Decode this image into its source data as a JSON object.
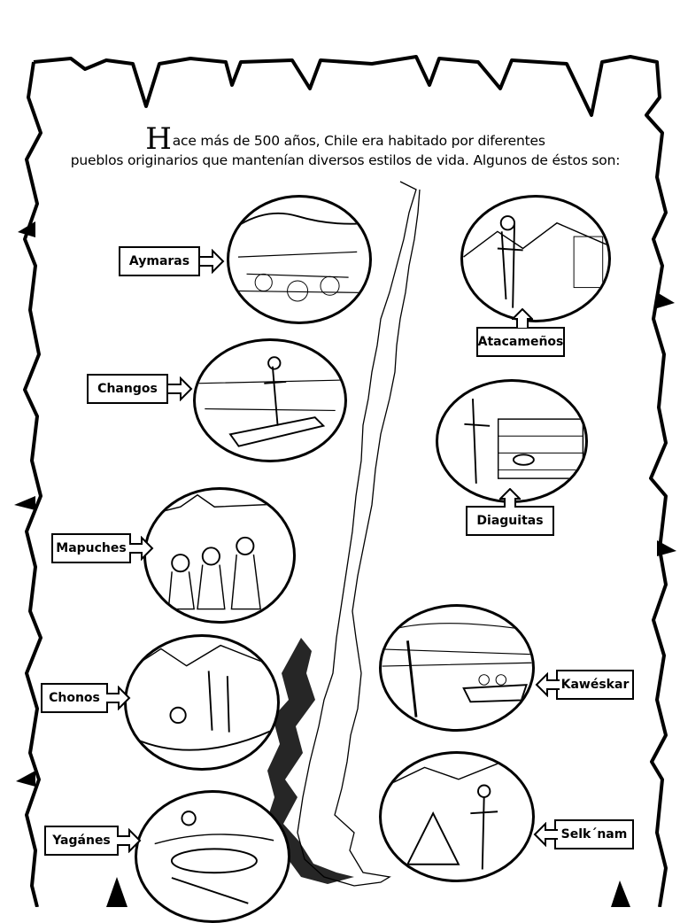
{
  "intro": {
    "drop_cap": "H",
    "line1_rest": "ace más de 500 años, Chile era habitado por diferentes",
    "line2": "pueblos originarios que mantenían diversos estilos de vida. Algunos de éstos son:"
  },
  "peoples": {
    "aymaras": "Aymaras",
    "atacamenos": "Atacameños",
    "changos": "Changos",
    "diaguitas": "Diaguitas",
    "mapuches": "Mapuches",
    "chonos": "Chonos",
    "kaweskar": "Kawéskar",
    "yaganes": "Yagánes",
    "selknam": "Selk´nam"
  }
}
